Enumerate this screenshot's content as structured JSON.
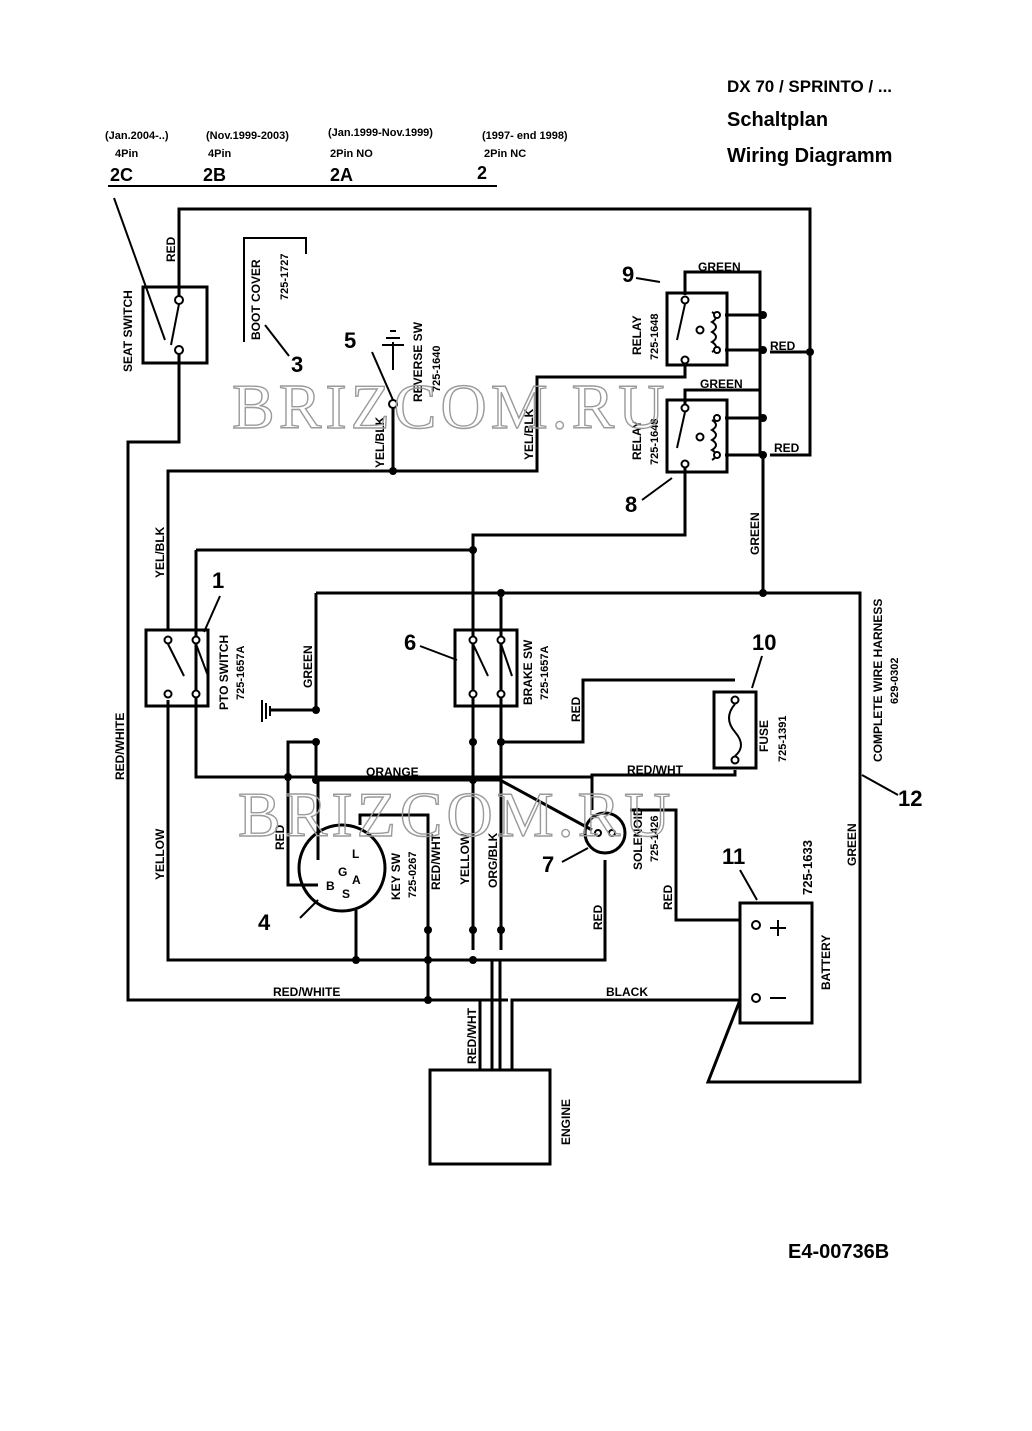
{
  "title": {
    "model": "DX 70 / SPRINTO / ...",
    "line_de": "Schaltplan",
    "line_en": "Wiring Diagramm"
  },
  "variants": [
    {
      "date": "(Jan.2004-..)",
      "pins": "4Pin",
      "code": "2C"
    },
    {
      "date": "(Nov.1999-2003)",
      "pins": "4Pin",
      "code": "2B"
    },
    {
      "date": "(Jan.1999-Nov.1999)",
      "pins": "2Pin NO",
      "code": "2A"
    },
    {
      "date": "(1997- end 1998)",
      "pins": "2Pin NC",
      "code": "2"
    }
  ],
  "components": {
    "seat_switch": "SEAT SWITCH",
    "boot_cover": "BOOT COVER",
    "boot_cover_pn": "725-1727",
    "reverse_sw": "REVERSE SW",
    "reverse_sw_pn": "725-1640",
    "relay_9": "RELAY",
    "relay_9_pn": "725-1648",
    "relay_8": "RELAY",
    "relay_8_pn": "725-1648",
    "pto_switch": "PTO SWITCH",
    "pto_switch_pn": "725-1657A",
    "brake_sw": "BRAKE SW",
    "brake_sw_pn": "725-1657A",
    "fuse": "FUSE",
    "fuse_pn": "725-1391",
    "harness": "COMPLETE WIRE HARNESS",
    "harness_pn": "629-0302",
    "solenoid": "SOLENOID",
    "solenoid_pn": "725-1426",
    "key_sw": "KEY SW",
    "key_sw_pn": "725-0267",
    "battery": "BATTERY",
    "battery_pn": "725-1633",
    "engine": "ENGINE"
  },
  "callouts": {
    "n1": "1",
    "n3": "3",
    "n4": "4",
    "n5": "5",
    "n6": "6",
    "n7": "7",
    "n8": "8",
    "n9": "9",
    "n10": "10",
    "n11": "11",
    "n12": "12"
  },
  "key_terminals": {
    "l": "L",
    "g": "G",
    "b": "B",
    "s": "S",
    "a": "A"
  },
  "battery_terminals": {
    "plus": "+",
    "minus": "—"
  },
  "wires": {
    "red_top": "RED",
    "green_r9": "GREEN",
    "red_r9": "RED",
    "green_r8": "GREEN",
    "red_r8": "RED",
    "yelblk_reverse": "YEL/BLK",
    "yelblk_mid": "YEL/BLK",
    "yelblk_left": "YEL/BLK",
    "green_relay_down": "GREEN",
    "green_pto": "GREEN",
    "red_brake_fuse": "RED",
    "red_white_left": "RED/WHITE",
    "orange": "ORANGE",
    "red_wht_solenoid": "RED/WHT",
    "yellow_left": "YELLOW",
    "red_key": "RED",
    "red_wht_key": "RED/WHT",
    "yellow_mid": "YELLOW",
    "org_blk": "ORG/BLK",
    "red_solenoid_down": "RED",
    "red_battery": "RED",
    "green_harness": "GREEN",
    "red_white_bottom": "RED/WHITE",
    "black": "BLACK",
    "red_wht_engine": "RED/WHT"
  },
  "watermark": "BRIZCOM.RU",
  "drawing_code": "E4-00736B"
}
